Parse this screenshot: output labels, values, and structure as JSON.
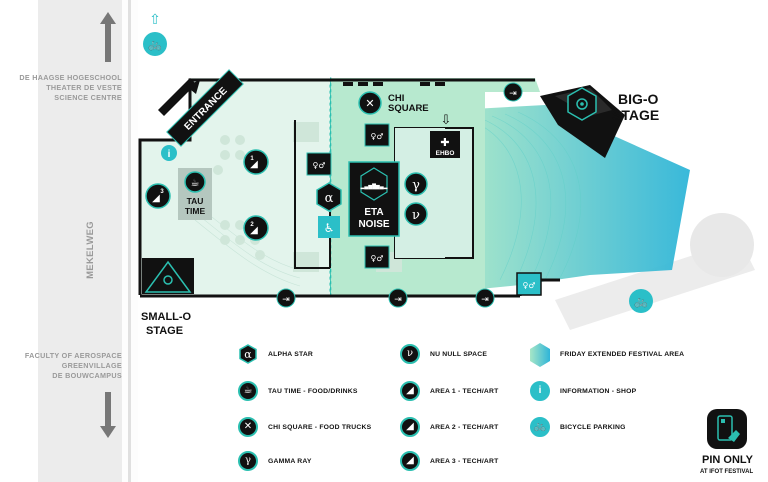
{
  "map": {
    "left_labels": {
      "top": [
        "DE HAAGSE HOGESCHOOL",
        "THEATER DE VESTE",
        "SCIENCE CENTRE"
      ],
      "road": "MEKELWEG",
      "bottom": [
        "FACULTY OF AEROSPACE",
        "GREENVILLAGE",
        "DE BOUWCAMPUS"
      ]
    },
    "venue_labels": {
      "entrance": "ENTRANCE",
      "big_o_stage": [
        "BIG-O",
        "STAGE"
      ],
      "small_o_stage": [
        "SMALL-O",
        "STAGE"
      ],
      "chi_square": [
        "CHI",
        "SQUARE"
      ],
      "tau_time": [
        "TAU",
        "TIME"
      ],
      "eta_noise": [
        "ETA",
        "NOISE"
      ],
      "ehbo": "EHBO"
    },
    "glyphs": {
      "alpha": "α",
      "gamma": "γ",
      "nu": "ν",
      "info": "i",
      "area1": "1",
      "area2": "2",
      "area3": "3",
      "area_icon": "◢",
      "bike": "🚲",
      "toilet": "♀♂",
      "wheelchair": "♿",
      "exit": "⇥",
      "food": "✕",
      "drink": "☕",
      "cross": "✚",
      "arrow_up": "⇧",
      "arrow_down": "⇩",
      "sound": "▂▄▆█▆▄▂"
    },
    "colors": {
      "teal": "#2bbfb0",
      "mint": "#d4efe4",
      "green_zone": "#9fe0c3",
      "blue": "#2fb3d6",
      "dark": "#111111",
      "road": "#ececec"
    }
  },
  "legend": {
    "col1": [
      "ALPHA STAR",
      "TAU TIME - FOOD/DRINKS",
      "CHI SQUARE - FOOD TRUCKS",
      "GAMMA RAY"
    ],
    "col2": [
      "NU NULL SPACE",
      "AREA 1 - TECH/ART",
      "AREA 2 - TECH/ART",
      "AREA 3 - TECH/ART"
    ],
    "col3": [
      "FRIDAY EXTENDED FESTIVAL AREA",
      "INFORMATION - SHOP",
      "BICYCLE PARKING"
    ]
  },
  "pin_only": {
    "title": "PIN ONLY",
    "subtitle": "AT IFOT FESTIVAL"
  }
}
